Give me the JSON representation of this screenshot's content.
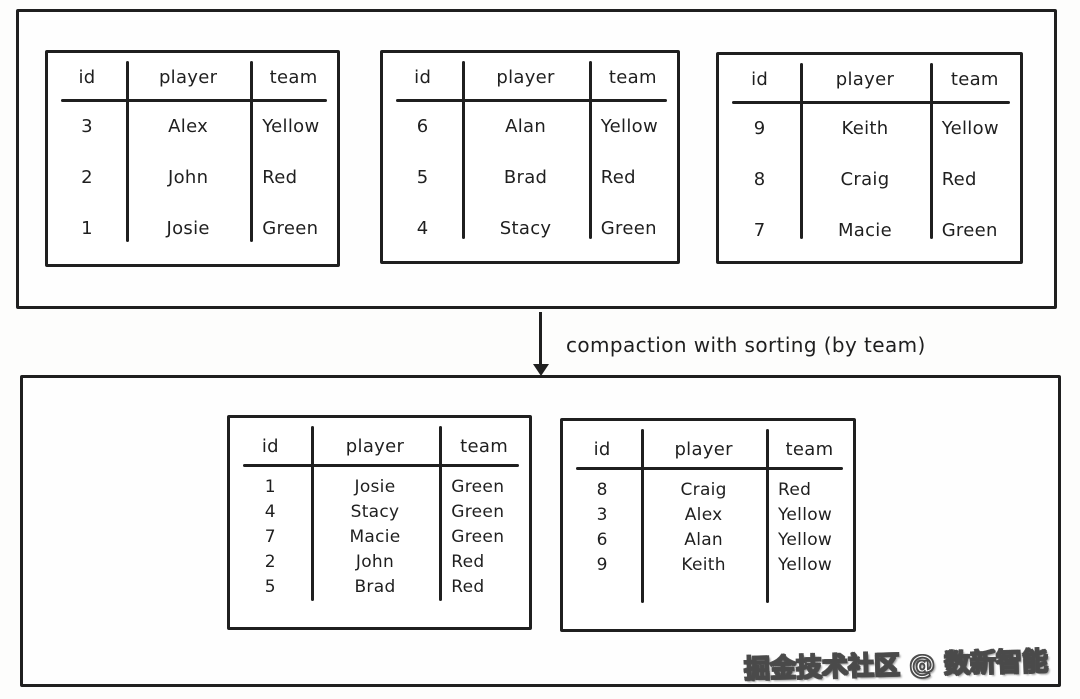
{
  "columns": {
    "id": "id",
    "player": "player",
    "team": "team"
  },
  "arrow": {
    "label": "compaction with sorting (by team)"
  },
  "watermark": {
    "text": "掘金技术社区 @ 数新智能"
  },
  "colors": {
    "stroke": "#1f1f1f",
    "background": "#fdfdfc"
  },
  "source_tables": [
    {
      "rows": [
        [
          "3",
          "Alex",
          "Yellow"
        ],
        [
          "2",
          "John",
          "Red"
        ],
        [
          "1",
          "Josie",
          "Green"
        ]
      ]
    },
    {
      "rows": [
        [
          "6",
          "Alan",
          "Yellow"
        ],
        [
          "5",
          "Brad",
          "Red"
        ],
        [
          "4",
          "Stacy",
          "Green"
        ]
      ]
    },
    {
      "rows": [
        [
          "9",
          "Keith",
          "Yellow"
        ],
        [
          "8",
          "Craig",
          "Red"
        ],
        [
          "7",
          "Macie",
          "Green"
        ]
      ]
    }
  ],
  "compacted_tables": [
    {
      "rows": [
        [
          "1",
          "Josie",
          "Green"
        ],
        [
          "4",
          "Stacy",
          "Green"
        ],
        [
          "7",
          "Macie",
          "Green"
        ],
        [
          "2",
          "John",
          "Red"
        ],
        [
          "5",
          "Brad",
          "Red"
        ]
      ]
    },
    {
      "rows": [
        [
          "8",
          "Craig",
          "Red"
        ],
        [
          "3",
          "Alex",
          "Yellow"
        ],
        [
          "6",
          "Alan",
          "Yellow"
        ],
        [
          "9",
          "Keith",
          "Yellow"
        ]
      ]
    }
  ]
}
